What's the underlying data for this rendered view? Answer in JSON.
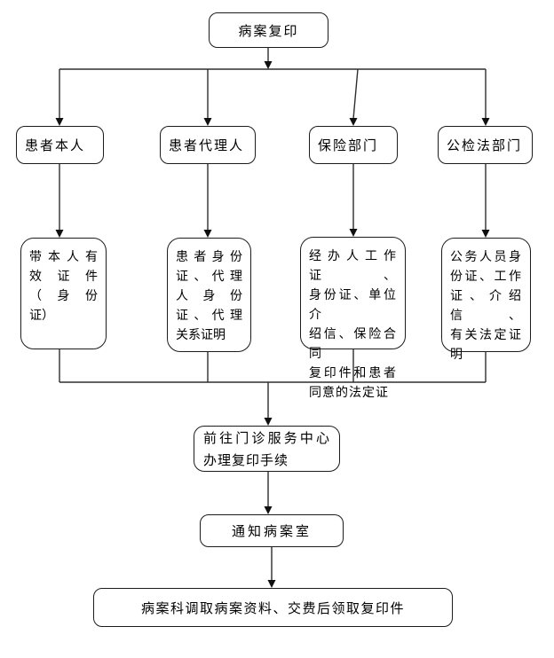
{
  "flowchart": {
    "start_label": "病案复印",
    "branches": [
      {
        "label": "患者本人",
        "requirements": [
          "带本人有",
          "效证件",
          "（身份",
          "证）"
        ]
      },
      {
        "label": "患者代理人",
        "requirements": [
          "患者身份",
          "证、代理",
          "人身份",
          "证、代理",
          "关系证明"
        ]
      },
      {
        "label": "保险部门",
        "requirements": [
          "经办人工作证、",
          "身份证、单位介",
          "绍信、保险合同",
          "复印件和患者",
          "同意的法定证"
        ]
      },
      {
        "label": "公检法部门",
        "requirements": [
          "公务人员身",
          "份证、工作",
          "证、介绍信、",
          "有关法定证",
          "明"
        ]
      }
    ],
    "steps": [
      {
        "lines": [
          "前往门诊服务中心",
          "办理复印手续"
        ]
      },
      {
        "label": "通知病案室"
      },
      {
        "label": "病案科调取病案资料、交费后领取复印件"
      }
    ]
  }
}
